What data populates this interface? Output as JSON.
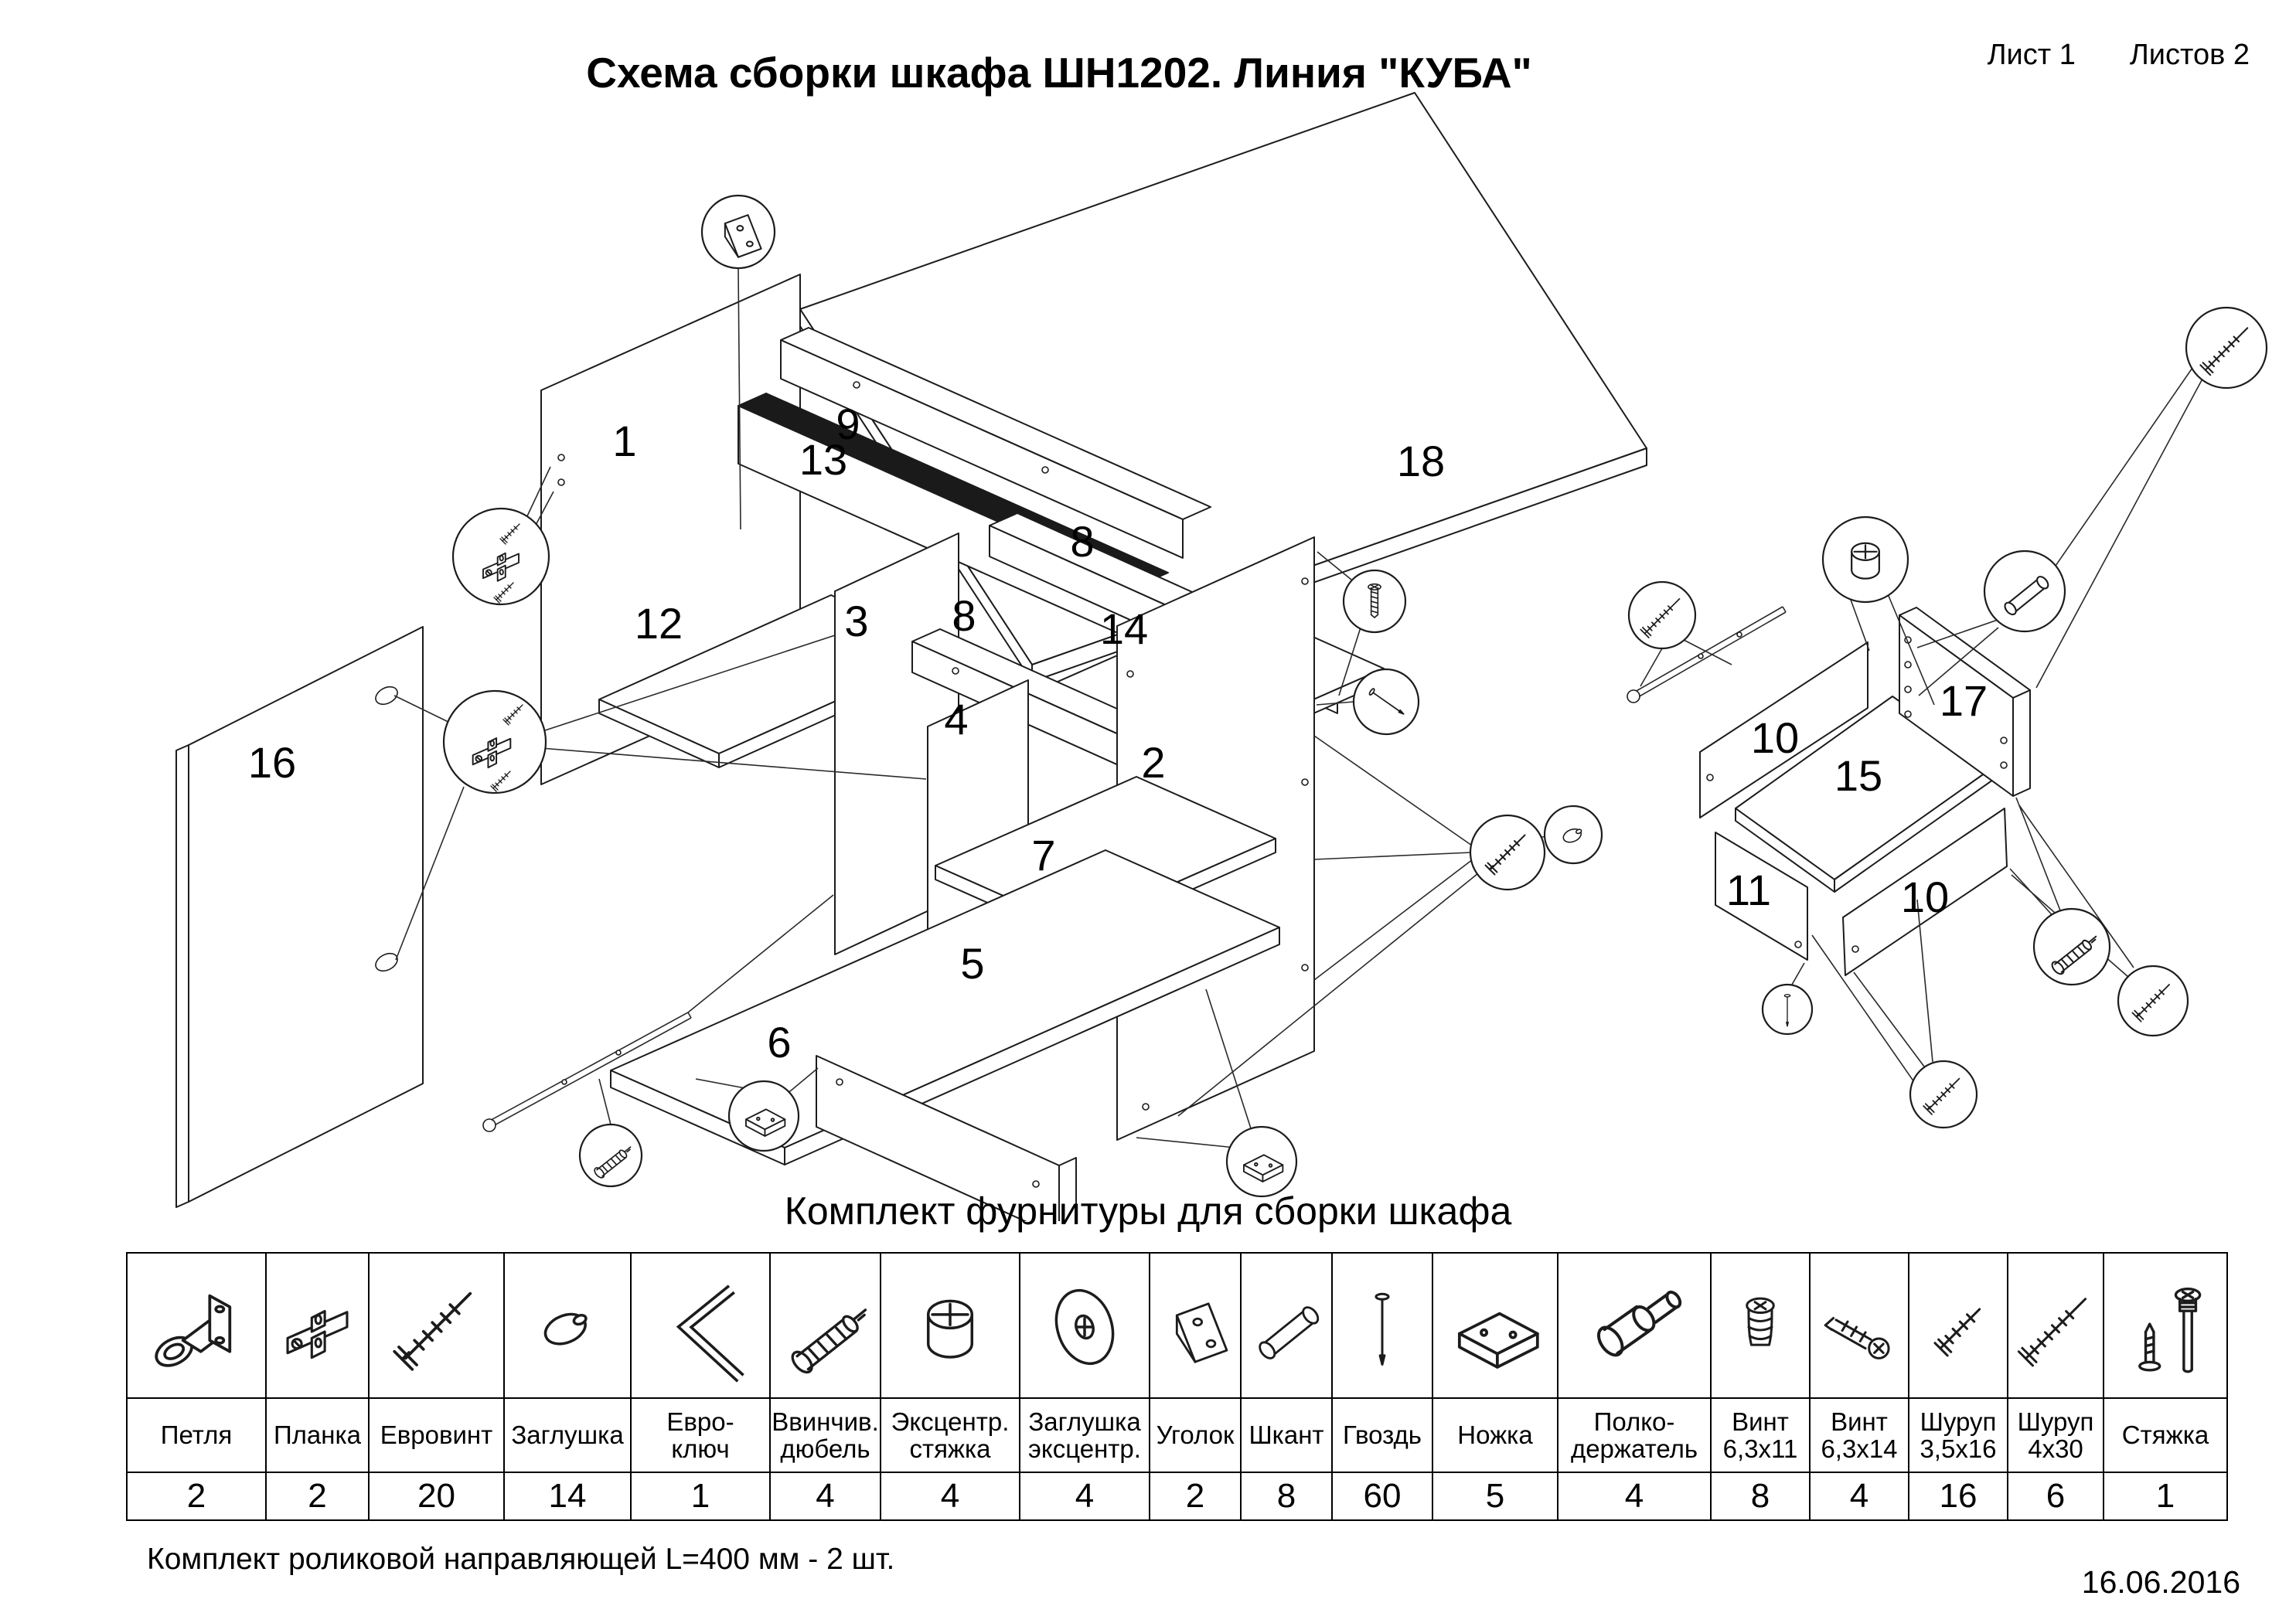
{
  "page": {
    "title": "Схема сборки шкафа ШН1202. Линия \"КУБА\"",
    "sheet_label": "Лист 1",
    "sheets_label": "Листов 2",
    "table_title": "Комплект фурнитуры для сборки шкафа",
    "footnote": "Комплект роликовой направляющей L=400 мм - 2 шт.",
    "date": "16.06.2016"
  },
  "diagram": {
    "parts": {
      "p1": "1",
      "p2": "2",
      "p3": "3",
      "p4": "4",
      "p5": "5",
      "p6": "6",
      "p7": "7",
      "p8a": "8",
      "p8b": "8",
      "p9": "9",
      "p10a": "10",
      "p10b": "10",
      "p11": "11",
      "p12": "12",
      "p13": "13",
      "p14": "14",
      "p15": "15",
      "p16": "16",
      "p17": "17",
      "p18": "18"
    },
    "callouts": [
      "corner-bracket",
      "hinge",
      "hinge",
      "euroscrew",
      "nail",
      "euroscrew",
      "cap",
      "leg",
      "leg",
      "screw-in-dowel",
      "screw",
      "cam-lock",
      "dowel",
      "nail",
      "euroscrew",
      "screw-in-dowel",
      "screw",
      "euroscrew"
    ]
  },
  "hardware_table": {
    "items": [
      {
        "name": "Петля",
        "qty": 2,
        "icon": "hinge"
      },
      {
        "name": "Планка",
        "qty": 2,
        "icon": "mounting-plate"
      },
      {
        "name": "Евровинт",
        "qty": 20,
        "icon": "euroscrew"
      },
      {
        "name": "Заглушка",
        "qty": 14,
        "icon": "cap"
      },
      {
        "name": "Евро-\nключ",
        "qty": 1,
        "icon": "hex-key"
      },
      {
        "name": "Ввинчив.\nдюбель",
        "qty": 4,
        "icon": "screw-in-dowel"
      },
      {
        "name": "Эксцентр.\nстяжка",
        "qty": 4,
        "icon": "cam-lock"
      },
      {
        "name": "Заглушка\nэксцентр.",
        "qty": 4,
        "icon": "cam-cap"
      },
      {
        "name": "Уголок",
        "qty": 2,
        "icon": "corner-bracket"
      },
      {
        "name": "Шкант",
        "qty": 8,
        "icon": "dowel"
      },
      {
        "name": "Гвоздь",
        "qty": 60,
        "icon": "nail"
      },
      {
        "name": "Ножка",
        "qty": 5,
        "icon": "leg"
      },
      {
        "name": "Полко-\nдержатель",
        "qty": 4,
        "icon": "shelf-support"
      },
      {
        "name": "Винт\n6,3х11",
        "qty": 8,
        "icon": "screw-6-3x11"
      },
      {
        "name": "Винт\n6,3х14",
        "qty": 4,
        "icon": "screw-6-3x14"
      },
      {
        "name": "Шуруп\n3,5х16",
        "qty": 16,
        "icon": "screw-3-5x16"
      },
      {
        "name": "Шуруп\n4х30",
        "qty": 6,
        "icon": "screw-4x30"
      },
      {
        "name": "Стяжка",
        "qty": 1,
        "icon": "tie-bolt"
      }
    ]
  }
}
